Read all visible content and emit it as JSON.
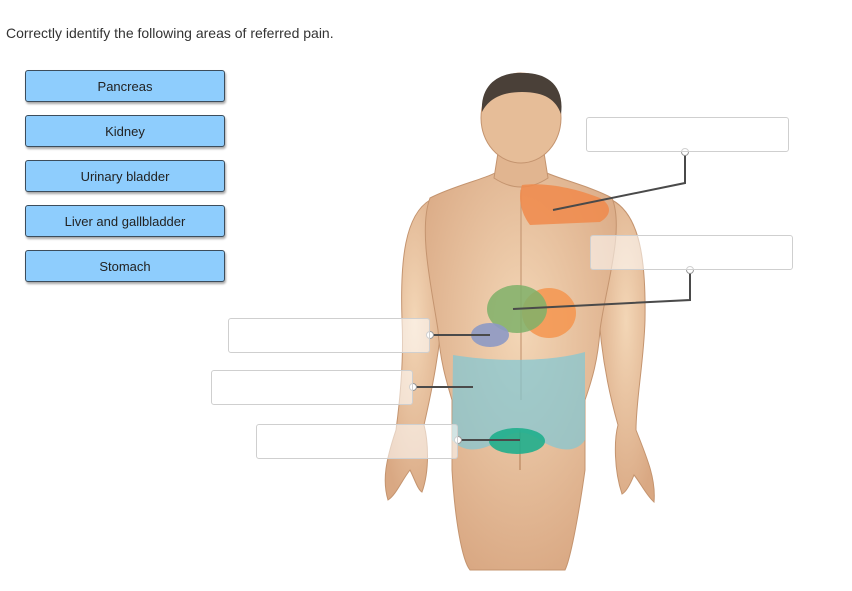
{
  "prompt": "Correctly identify the following areas of referred pain.",
  "labels": [
    "Pancreas",
    "Kidney",
    "Urinary bladder",
    "Liver and gallbladder",
    "Stomach"
  ],
  "colors": {
    "button_fill": "#8ecdfd",
    "button_border": "#3c4d5c",
    "shoulder_region": "#f08a4b",
    "liver_region": "#7fb069",
    "stomach_region": "#f5954f",
    "kidney_region": "#8d99c4",
    "bladder_region": "#7fc8d6",
    "urinary_region": "#1fae8c",
    "skin": "#ecc8a4",
    "hair": "#4a4038"
  },
  "dropzones": [
    "",
    "",
    "",
    "",
    ""
  ]
}
